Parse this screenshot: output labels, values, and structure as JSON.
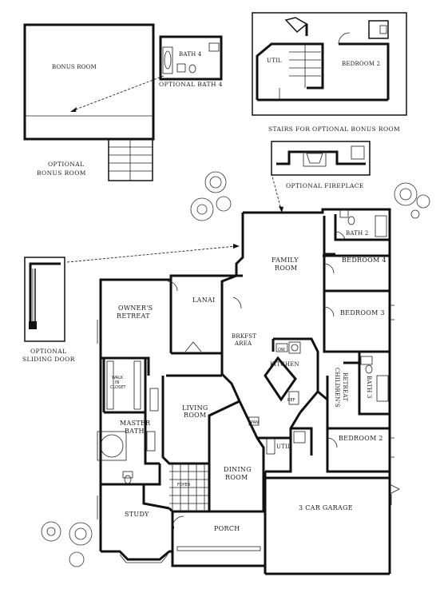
{
  "rooms": {
    "bonus_room": "BONUS ROOM",
    "bath4": "BATH 4",
    "util_top": "UTIL",
    "bedroom2_top": "BEDROOM 2",
    "family_room_1": "FAMILY",
    "family_room_2": "ROOM",
    "bath2": "BATH 2",
    "bedroom4": "BEDROOM 4",
    "bedroom3": "BEDROOM 3",
    "owners_retreat_1": "OWNER'S",
    "owners_retreat_2": "RETREAT",
    "lanai": "LANAI",
    "brkfst_1": "BRKFST",
    "brkfst_2": "AREA",
    "kitchen": "KITCHEN",
    "walk_in_1": "WALK",
    "walk_in_2": "IN",
    "walk_in_3": "CLOSET",
    "childrens_1": "CHILDREN'S",
    "childrens_2": "RETREAT",
    "bath3": "BATH 3",
    "living_1": "LIVING",
    "living_2": "ROOM",
    "master_bath_1": "MASTER",
    "master_bath_2": "BATH",
    "pan": "PAN",
    "util_main": "UTIL",
    "bedroom2_main": "BEDROOM 2",
    "dining_1": "DINING",
    "dining_2": "ROOM",
    "foyer": "FOYER",
    "garage": "3 CAR GARAGE",
    "study": "STUDY",
    "porch": "PORCH",
    "ref": "REF",
    "ow": "OW"
  },
  "captions": {
    "optional_bath4": "OPTIONAL BATH 4",
    "stairs_bonus": "STAIRS FOR OPTIONAL BONUS ROOM",
    "optional_bonus_1": "OPTIONAL",
    "optional_bonus_2": "BONUS ROOM",
    "optional_fireplace": "OPTIONAL FIREPLACE",
    "optional_sliding_1": "OPTIONAL",
    "optional_sliding_2": "SLIDING DOOR"
  },
  "colors": {
    "ink": "#111111",
    "paper": "#ffffff"
  }
}
